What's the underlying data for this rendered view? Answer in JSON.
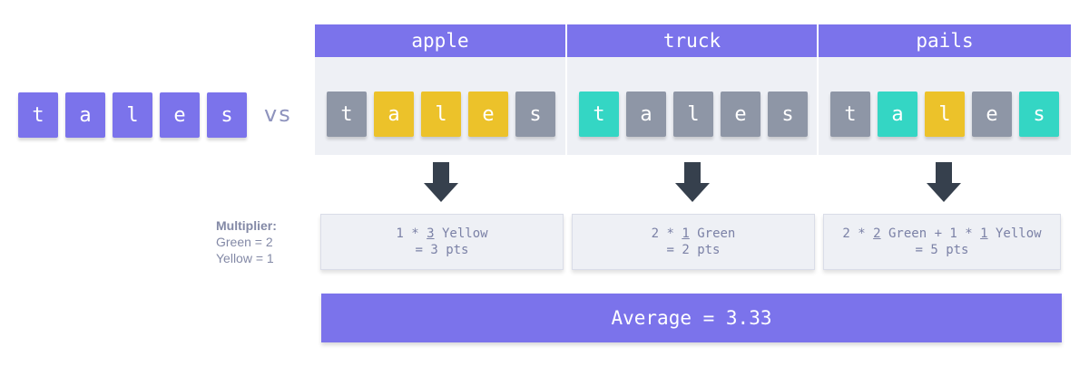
{
  "colors": {
    "purple": "#7b73eb",
    "gray": "#8e96a6",
    "yellow": "#ecc22a",
    "green": "#34d6c4",
    "panel": "#eef0f5",
    "arrow": "#36404d"
  },
  "guess": {
    "letters": [
      "t",
      "a",
      "l",
      "e",
      "s"
    ]
  },
  "vs_label": "vs",
  "multiplier": {
    "title": "Multiplier:",
    "green": "Green = 2",
    "yellow": "Yellow = 1"
  },
  "targets": [
    {
      "word": "apple",
      "feedback": [
        "gray",
        "yellow",
        "yellow",
        "yellow",
        "gray"
      ],
      "score_line1": [
        {
          "text": "1 * "
        },
        {
          "text": "3",
          "u": true
        },
        {
          "text": " Yellow"
        }
      ],
      "score_line2": "= 3 pts"
    },
    {
      "word": "truck",
      "feedback": [
        "green",
        "gray",
        "gray",
        "gray",
        "gray"
      ],
      "score_line1": [
        {
          "text": "2 * "
        },
        {
          "text": "1",
          "u": true
        },
        {
          "text": " Green"
        }
      ],
      "score_line2": "= 2 pts"
    },
    {
      "word": "pails",
      "feedback": [
        "gray",
        "green",
        "yellow",
        "gray",
        "green"
      ],
      "score_line1": [
        {
          "text": "2 * "
        },
        {
          "text": "2",
          "u": true
        },
        {
          "text": " Green + 1 * "
        },
        {
          "text": "1",
          "u": true
        },
        {
          "text": " Yellow"
        }
      ],
      "score_line2": "= 5 pts"
    }
  ],
  "average": "Average = 3.33"
}
